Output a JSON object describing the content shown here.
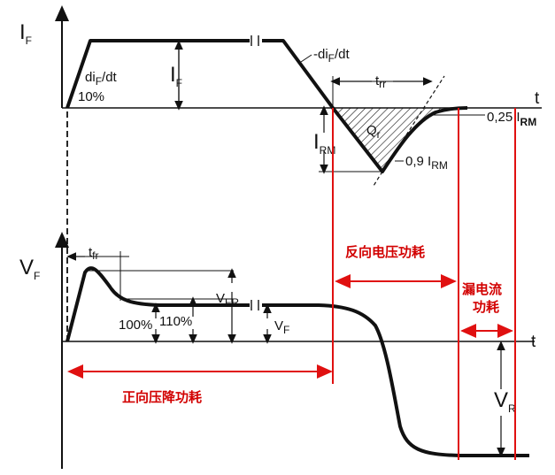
{
  "top": {
    "axis_y": "I",
    "axis_y_sub": "F",
    "axis_t": "t",
    "slope_rise": "di",
    "slope_rise_sub": "F",
    "slope_rise_tail": "/dt",
    "ten_percent": "10%",
    "plateau": "I",
    "plateau_sub": "F",
    "slope_fall": "-di",
    "slope_fall_sub": "F",
    "slope_fall_tail": "/dt",
    "trr": "t",
    "trr_sub": "rr",
    "qr": "Q",
    "qr_sub": "r",
    "irm": "I",
    "irm_sub": "RM",
    "quarter_irm": "0,25 I",
    "quarter_irm_sub": "RM",
    "ninety_irm": "0,9 I",
    "ninety_irm_sub": "RM"
  },
  "bottom": {
    "axis_y": "V",
    "axis_y_sub": "F",
    "axis_t": "t",
    "tfr": "t",
    "tfr_sub": "fr",
    "vfr": "V",
    "vfr_sub": "FR",
    "vf": "V",
    "vf_sub": "F",
    "hundred": "100%",
    "hundred_ten": "110%",
    "vr": "V",
    "vr_sub": "R"
  },
  "annotations": {
    "reverse_voltage_loss": "反向电压功耗",
    "leakage_line1": "漏电流",
    "leakage_line2": "功耗",
    "forward_drop_loss": "正向压降功耗"
  },
  "colors": {
    "curve": "#111111",
    "annotation": "#d20000"
  }
}
